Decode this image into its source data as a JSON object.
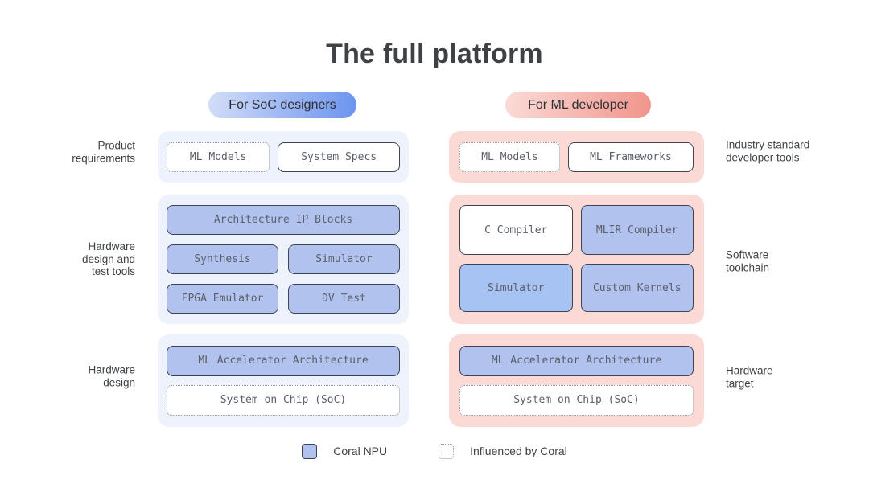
{
  "title": "The full platform",
  "colors": {
    "npu-fill": "#b1c2ee",
    "npu-fill-light": "#a6c3f4",
    "blue-panel": "#edf2fd",
    "pink-panel": "#fbdad6",
    "box-border": "#3f4450",
    "dotted-border": "#8f949b",
    "pill-blue-start": "#d4def8",
    "pill-blue-end": "#6a93ef",
    "pill-pink-start": "#fbdcd8",
    "pill-pink-end": "#f0948b",
    "text-dark": "#3f4245",
    "box-text": "#5a5f6a"
  },
  "soc_column": {
    "pill": "For SoC designers",
    "rows": [
      {
        "side_label": "Product\nrequirements",
        "boxes": [
          {
            "label": "ML Models",
            "style": "dotted"
          },
          {
            "label": "System Specs",
            "style": "plain"
          }
        ]
      },
      {
        "side_label": "Hardware\ndesign and\ntest tools",
        "boxes": [
          {
            "label": "Architecture IP Blocks",
            "style": "npu"
          },
          {
            "label": "Synthesis",
            "style": "npu"
          },
          {
            "label": "Simulator",
            "style": "npu"
          },
          {
            "label": "FPGA Emulator",
            "style": "npu"
          },
          {
            "label": "DV Test",
            "style": "npu"
          }
        ]
      },
      {
        "side_label": "Hardware\ndesign",
        "boxes": [
          {
            "label": "ML Accelerator Architecture",
            "style": "npu"
          },
          {
            "label": "System on Chip (SoC)",
            "style": "dotted"
          }
        ]
      }
    ]
  },
  "ml_column": {
    "pill": "For ML developer",
    "rows": [
      {
        "side_label": "Industry standard\ndeveloper tools",
        "boxes": [
          {
            "label": "ML Models",
            "style": "dotted"
          },
          {
            "label": "ML Frameworks",
            "style": "plain"
          }
        ]
      },
      {
        "side_label": "Software\ntoolchain",
        "boxes": [
          {
            "label": "C Compiler",
            "style": "plain"
          },
          {
            "label": "MLIR Compiler",
            "style": "npu"
          },
          {
            "label": "Simulator",
            "style": "npu-light"
          },
          {
            "label": "Custom Kernels",
            "style": "npu"
          }
        ]
      },
      {
        "side_label": "Hardware\ntarget",
        "boxes": [
          {
            "label": "ML Accelerator Architecture",
            "style": "npu"
          },
          {
            "label": "System on Chip (SoC)",
            "style": "dotted"
          }
        ]
      }
    ]
  },
  "legend": [
    {
      "swatch": "npu",
      "label": "Coral NPU"
    },
    {
      "swatch": "dotted",
      "label": "Influenced by Coral"
    }
  ]
}
